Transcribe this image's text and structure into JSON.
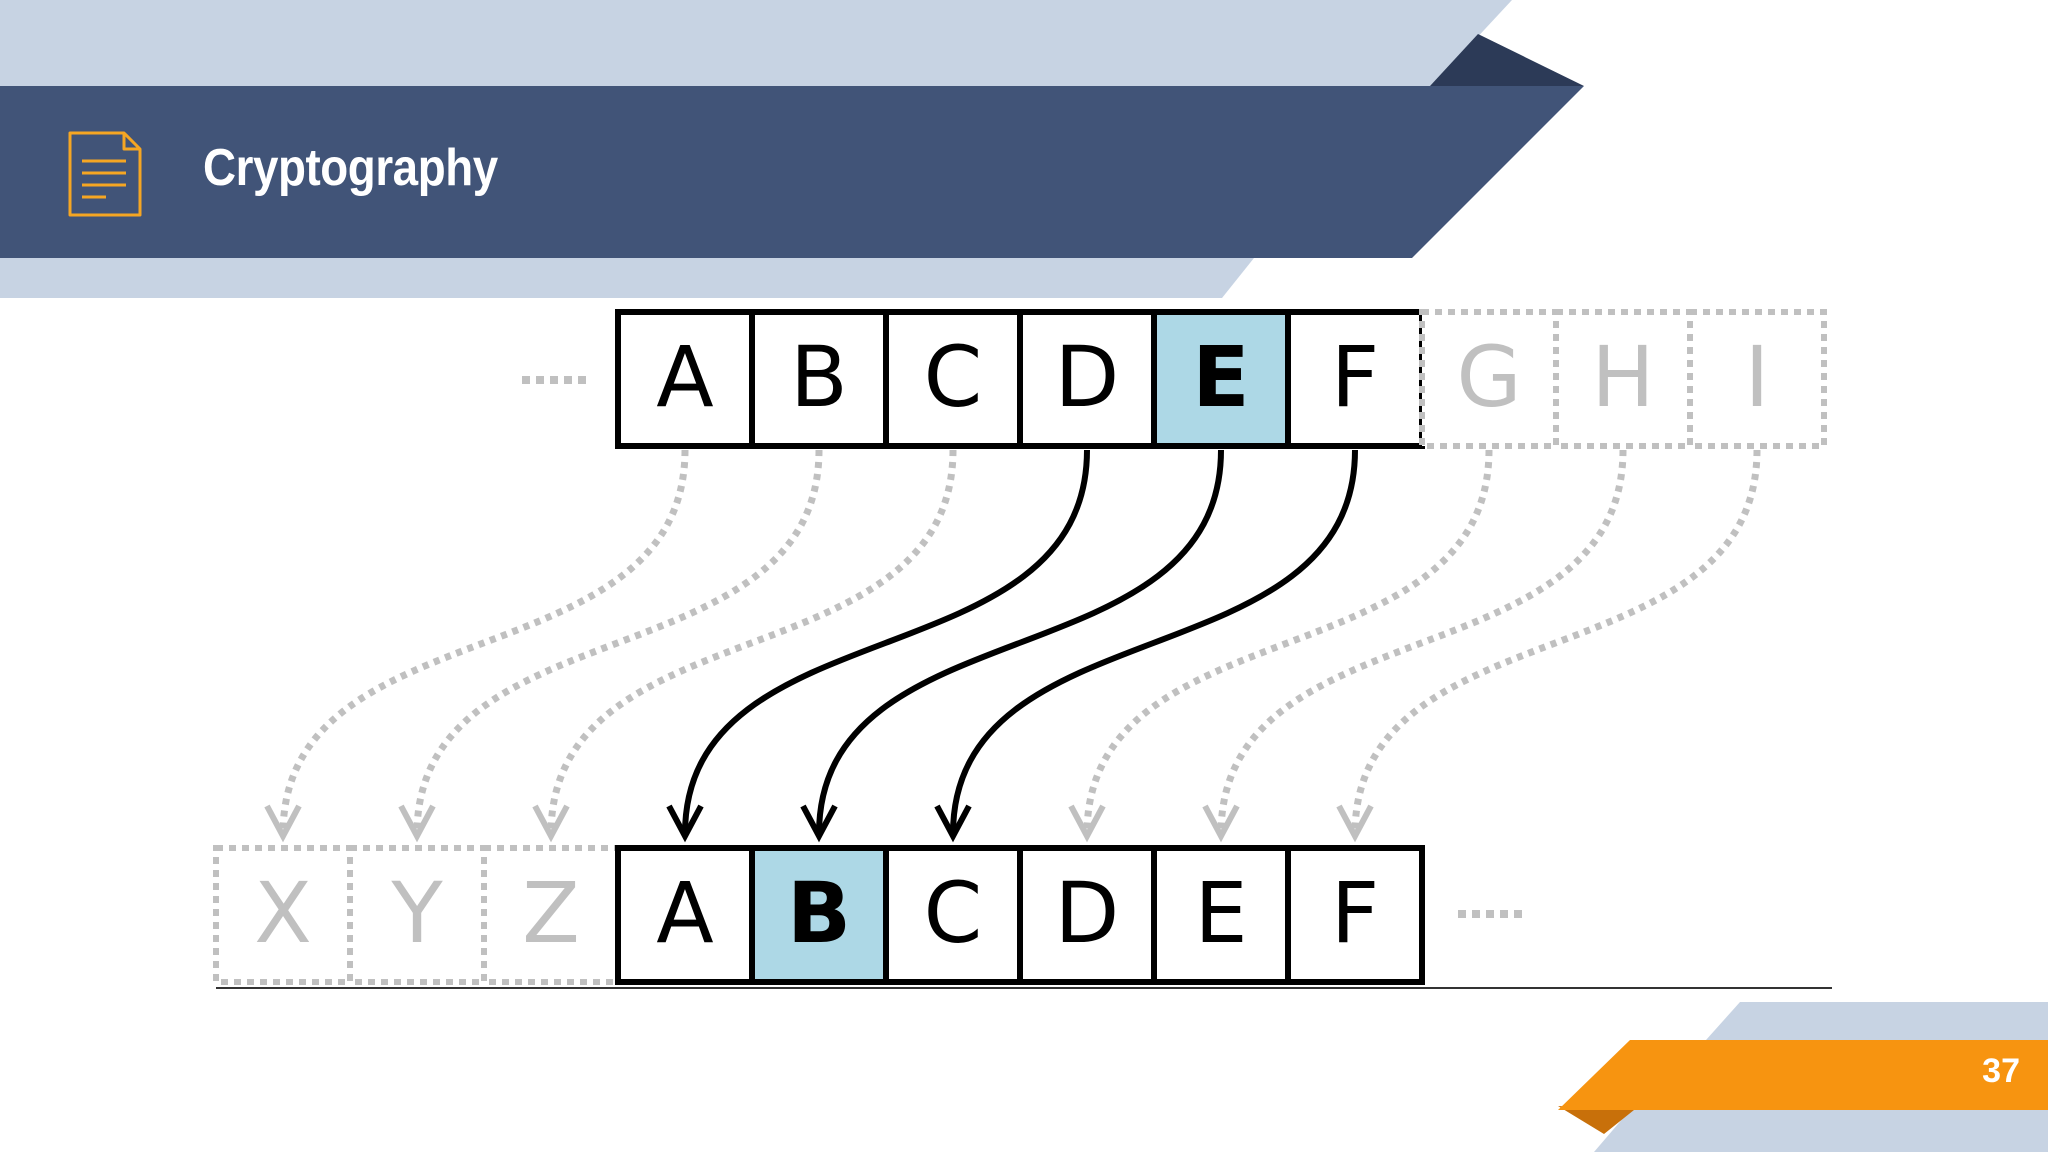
{
  "header": {
    "title": "Cryptography",
    "icon": "document-icon"
  },
  "footer": {
    "page_number": "37"
  },
  "diagram": {
    "shift": 3,
    "top_row": {
      "letters": [
        "A",
        "B",
        "C",
        "D",
        "E",
        "F"
      ],
      "faded_letters": [
        "G",
        "H",
        "I"
      ],
      "highlighted": "E",
      "leading_ellipsis": "....."
    },
    "bottom_row": {
      "faded_letters": [
        "X",
        "Y",
        "Z"
      ],
      "letters": [
        "A",
        "B",
        "C",
        "D",
        "E",
        "F"
      ],
      "highlighted": "B",
      "trailing_ellipsis": "....."
    }
  },
  "colors": {
    "header_dark": "#415478",
    "header_light": "#c7d3e3",
    "header_accent": "#2c3a57",
    "icon_orange": "#f5a623",
    "footer_orange": "#f79410",
    "footer_orange_dark": "#c8700a",
    "highlight": "#add8e6",
    "faded_gray": "#c0c0c0"
  }
}
